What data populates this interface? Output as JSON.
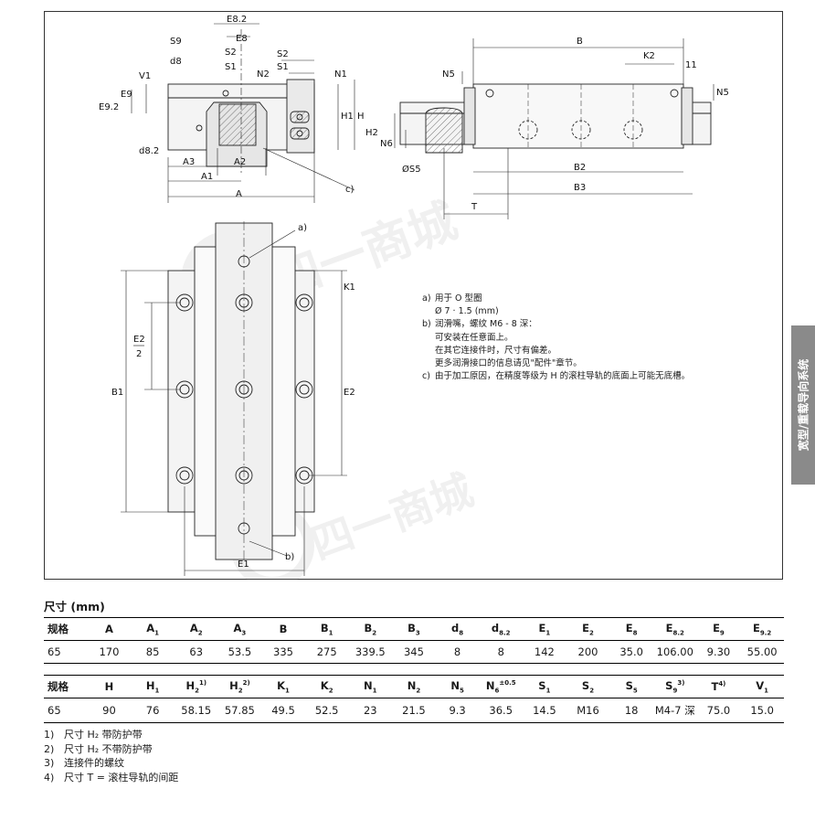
{
  "drawing": {
    "top_labels": {
      "e82": "E8.2",
      "e8": "E8",
      "s9": "S9",
      "d8": "d8",
      "s2": "S2",
      "s1": "S1",
      "n2": "N2",
      "s2b": "S2",
      "s1b": "S1",
      "n1": "N1",
      "v1": "V1",
      "e9": "E9",
      "e92": "E9.2",
      "h1": "H1",
      "h": "H",
      "d82": "d8.2",
      "a3": "A3",
      "a2": "A2",
      "a1": "A1",
      "a": "A",
      "c": "c)"
    },
    "side_labels": {
      "b": "B",
      "k2": "K2",
      "eleven": "11",
      "n5a": "N5",
      "n5b": "N5",
      "h2": "H2",
      "n6": "N6",
      "s5": "ØS5",
      "b2": "B2",
      "b3": "B3",
      "t": "T"
    },
    "plan_labels": {
      "a": "a)",
      "k1": "K1",
      "e2half": "E2",
      "two": "2",
      "b1": "B1",
      "e2": "E2",
      "b": "b)",
      "e1": "E1"
    },
    "watermark": "四一商城"
  },
  "notes": [
    {
      "key": "a)",
      "text": "用于 O 型圈"
    },
    {
      "key": "",
      "text": "Ø 7 · 1.5 (mm)"
    },
    {
      "key": "b)",
      "text": "润滑嘴，螺纹 M6 - 8 深："
    },
    {
      "key": "",
      "text": "可安装在任意面上。"
    },
    {
      "key": "",
      "text": "在其它连接件时，尺寸有偏差。"
    },
    {
      "key": "",
      "text": "更多润滑接口的信息请见\"配件\"章节。"
    },
    {
      "key": "c)",
      "text": "由于加工原因，在精度等级为 H 的滚柱导轨的底面上可能无底槽。"
    }
  ],
  "side_tab": "宽型/重载导向系统",
  "section_title": "尺寸 (mm)",
  "table1": {
    "headers": [
      {
        "b": "规格",
        "s": ""
      },
      {
        "b": "A",
        "s": ""
      },
      {
        "b": "A",
        "s": "1"
      },
      {
        "b": "A",
        "s": "2"
      },
      {
        "b": "A",
        "s": "3"
      },
      {
        "b": "B",
        "s": ""
      },
      {
        "b": "B",
        "s": "1"
      },
      {
        "b": "B",
        "s": "2"
      },
      {
        "b": "B",
        "s": "3"
      },
      {
        "b": "d",
        "s": "8"
      },
      {
        "b": "d",
        "s": "8.2"
      },
      {
        "b": "E",
        "s": "1"
      },
      {
        "b": "E",
        "s": "2"
      },
      {
        "b": "E",
        "s": "8"
      },
      {
        "b": "E",
        "s": "8.2"
      },
      {
        "b": "E",
        "s": "9"
      },
      {
        "b": "E",
        "s": "9.2"
      }
    ],
    "row": [
      "65",
      "170",
      "85",
      "63",
      "53.5",
      "335",
      "275",
      "339.5",
      "345",
      "8",
      "8",
      "142",
      "200",
      "35.0",
      "106.00",
      "9.30",
      "55.00"
    ]
  },
  "table2": {
    "headers": [
      {
        "b": "规格",
        "s": "",
        "p": ""
      },
      {
        "b": "H",
        "s": "",
        "p": ""
      },
      {
        "b": "H",
        "s": "1",
        "p": ""
      },
      {
        "b": "H",
        "s": "2",
        "p": "1)"
      },
      {
        "b": "H",
        "s": "2",
        "p": "2)"
      },
      {
        "b": "K",
        "s": "1",
        "p": ""
      },
      {
        "b": "K",
        "s": "2",
        "p": ""
      },
      {
        "b": "N",
        "s": "1",
        "p": ""
      },
      {
        "b": "N",
        "s": "2",
        "p": ""
      },
      {
        "b": "N",
        "s": "5",
        "p": ""
      },
      {
        "b": "N",
        "s": "6",
        "p": "±0.5"
      },
      {
        "b": "S",
        "s": "1",
        "p": ""
      },
      {
        "b": "S",
        "s": "2",
        "p": ""
      },
      {
        "b": "S",
        "s": "5",
        "p": ""
      },
      {
        "b": "S",
        "s": "9",
        "p": "3)"
      },
      {
        "b": "T",
        "s": "",
        "p": "4)"
      },
      {
        "b": "V",
        "s": "1",
        "p": ""
      }
    ],
    "row": [
      "65",
      "90",
      "76",
      "58.15",
      "57.85",
      "49.5",
      "52.5",
      "23",
      "21.5",
      "9.3",
      "36.5",
      "14.5",
      "M16",
      "18",
      "M4-7 深",
      "75.0",
      "15.0"
    ]
  },
  "footnotes": [
    {
      "n": "1)",
      "text": "尺寸 H₂ 带防护带"
    },
    {
      "n": "2)",
      "text": "尺寸 H₂ 不带防护带"
    },
    {
      "n": "3)",
      "text": "连接件的螺纹"
    },
    {
      "n": "4)",
      "text": "尺寸 T = 滚柱导轨的间距"
    }
  ]
}
